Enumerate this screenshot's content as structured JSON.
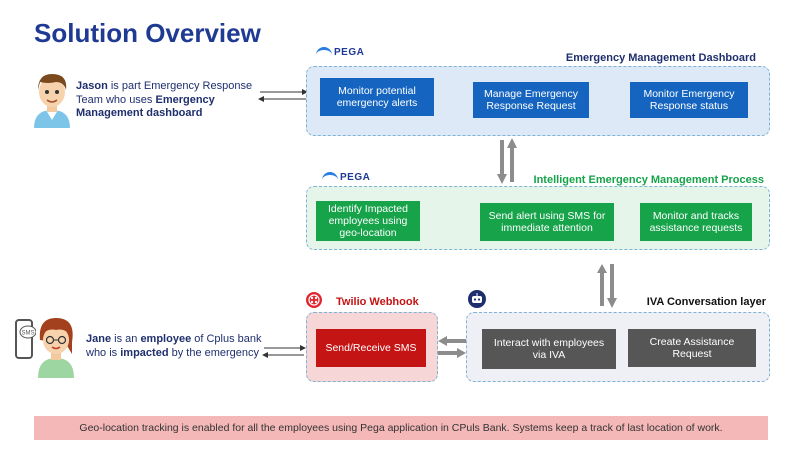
{
  "title": "Solution Overview",
  "pega_label": "PEGA",
  "jason": {
    "name": "Jason",
    "text_1": " is part  Emergency Response Team who uses ",
    "text_bold": "Emergency Management dashboard"
  },
  "jane": {
    "name": "Jane",
    "text_1": " is an ",
    "bold_1": "employee",
    "text_2": " of Cplus bank who is ",
    "bold_2": "impacted",
    "text_3": " by the emergency"
  },
  "dashboard": {
    "title": "Emergency Management Dashboard",
    "boxes": [
      "Monitor potential emergency alerts",
      "Manage Emergency Response Request",
      "Monitor Emergency Response status"
    ]
  },
  "process": {
    "title": "Intelligent Emergency Management Process",
    "boxes": [
      "Identify Impacted employees using geo-location",
      "Send alert using SMS for immediate attention",
      "Monitor and tracks assistance requests"
    ]
  },
  "twilio": {
    "title": "Twilio Webhook",
    "box": "Send/Receive SMS"
  },
  "iva": {
    "title": "IVA Conversation layer",
    "boxes": [
      "Interact with employees via IVA",
      "Create Assistance Request"
    ]
  },
  "footer_note": "Geo-location tracking is enabled for all the employees using Pega application in CPuls Bank. Systems keep a track of last location of work.",
  "colors": {
    "title": "#1f3a93",
    "dashboard_box": "#1565c0",
    "process_box": "#16a34a",
    "twilio_box": "#c41414",
    "iva_box": "#565656",
    "process_title": "#16a34a",
    "twilio_title": "#c41414"
  },
  "icons": [
    "jason-avatar-icon",
    "jane-avatar-icon",
    "phone-sms-icon",
    "pega-logo-icon",
    "twilio-logo-icon",
    "robot-icon"
  ]
}
